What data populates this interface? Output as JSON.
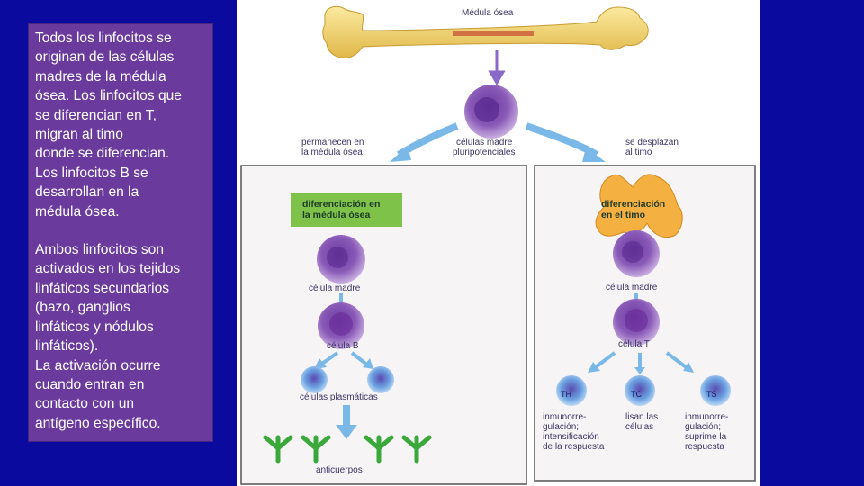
{
  "text_panel": {
    "paragraph1": "Todos los linfocitos se\noriginan de las células\nmadres de la médula\nósea. Los linfocitos que\nse diferencian en T,\nmigran al timo\ndonde se diferencian.\nLos linfocitos B se\ndesarrollan en la\nmédula ósea.",
    "paragraph2": "Ambos linfocitos son\nactivados en los tejidos\nlinfáticos secundarios\n(bazo, ganglios\nlinfáticos y nódulos\nlinfáticos).\nLa activación ocurre\ncuando entran en\ncontacto con un\nantígeno específico."
  },
  "diagram": {
    "bone_label": "Médula ósea",
    "stem_label_1": "células madre",
    "stem_label_2": "pluripotenciales",
    "left_branch_1": "permanecen en",
    "left_branch_2": "la médula ósea",
    "right_branch_1": "se desplazan",
    "right_branch_2": "al timo",
    "b_panel": {
      "title_1": "diferenciación en",
      "title_2": "la médula ósea",
      "stem_cell": "célula madre",
      "b_cell": "célula B",
      "plasma_cells": "células plasmáticas",
      "antibodies": "anticuerpos"
    },
    "t_panel": {
      "title_1": "diferenciación",
      "title_2": "en el timo",
      "stem_cell": "célula madre",
      "t_cell": "célula T",
      "th": "TH",
      "tc": "TC",
      "ts": "TS",
      "th_desc_1": "inmunorre-",
      "th_desc_2": "gulación;",
      "th_desc_3": "intensificación",
      "th_desc_4": "de la respuesta",
      "tc_desc_1": "lisan las",
      "tc_desc_2": "células",
      "ts_desc_1": "inmunorre-",
      "ts_desc_2": "gulación;",
      "ts_desc_3": "suprime la",
      "ts_desc_4": "respuesta"
    }
  },
  "colors": {
    "background": "#0a0a9e",
    "text_panel": "#6a3a9c",
    "bone": "#f2d86a",
    "cell": "#7a4aa8",
    "arrow": "#7ab8e8",
    "green_label": "#7ec24a",
    "thymus": "#f4b040",
    "antibody": "#3aa83a"
  }
}
